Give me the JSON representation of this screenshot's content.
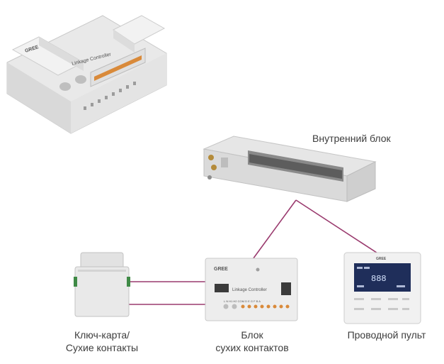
{
  "labels": {
    "indoor_unit": "Внутренний блок",
    "key_card_line1": "Ключ-карта/",
    "key_card_line2": "Сухие контакты",
    "dry_contact_block_line1": "Блок",
    "dry_contact_block_line2": "сухих контактов",
    "wired_remote": "Проводной пульт"
  },
  "device": {
    "brand": "GREE",
    "model_label": "Linkage Controller",
    "terminal_text": "L N  H1 H2 COM  D  E  G  F  B  A",
    "remote_display": "888"
  },
  "colors": {
    "wire": "#9a3a6e",
    "device_body": "#ededed",
    "device_shadow": "#cfcfcf",
    "remote_screen": "#1f2e5a",
    "card_holder_green": "#3f8a46",
    "terminal_orange": "#d98a3a"
  }
}
